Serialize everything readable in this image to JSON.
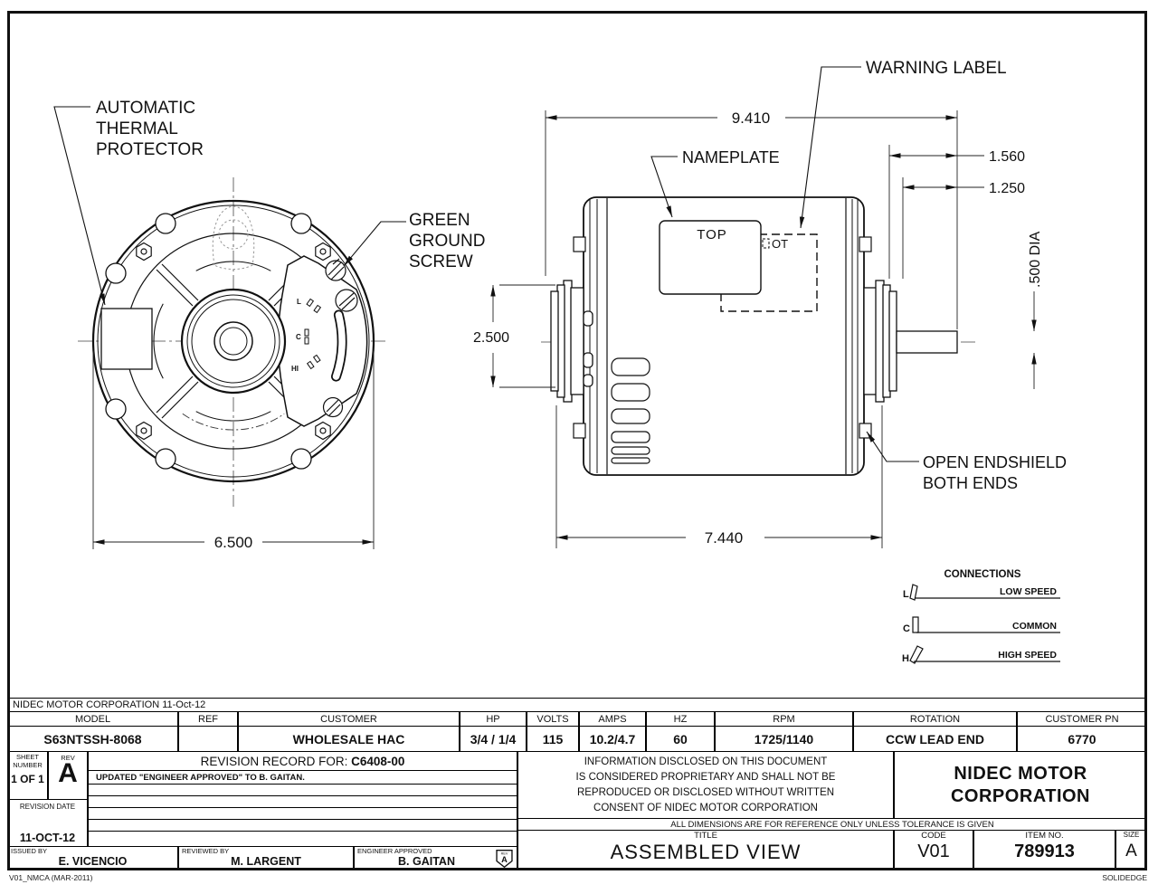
{
  "sheet": {
    "corner_note": "NIDEC MOTOR CORPORATION 11-Oct-12",
    "footer_left": "V01_NMCA (MAR-2011)",
    "footer_right": "SOLIDEDGE"
  },
  "drawing": {
    "labels": {
      "thermal_1": "AUTOMATIC",
      "thermal_2": "THERMAL",
      "thermal_3": "PROTECTOR",
      "ground_1": "GREEN",
      "ground_2": "GROUND",
      "ground_3": "SCREW",
      "warning": "WARNING LABEL",
      "nameplate": "NAMEPLATE",
      "nameplate_top": "TOP",
      "warning_hot": "OT",
      "endshield_1": "OPEN ENDSHIELD",
      "endshield_2": "BOTH ENDS"
    },
    "dims": {
      "overall_length": "9.410",
      "shaft_ext": "1.560",
      "shaft_flat": "1.250",
      "shaft_dia": ".500 DIA",
      "hub_height": "2.500",
      "body_length": "7.440",
      "frame_dia": "6.500"
    },
    "terminals": {
      "low": "L",
      "common": "C",
      "high": "HI"
    },
    "connections": {
      "title": "CONNECTIONS",
      "rows": [
        {
          "key": "L",
          "label": "LOW SPEED"
        },
        {
          "key": "C",
          "label": "COMMON"
        },
        {
          "key": "H",
          "label": "HIGH SPEED"
        }
      ]
    }
  },
  "spec": {
    "headers": [
      "MODEL",
      "REF",
      "CUSTOMER",
      "HP",
      "VOLTS",
      "AMPS",
      "HZ",
      "RPM",
      "ROTATION",
      "CUSTOMER PN"
    ],
    "values": [
      "S63NTSSH-8068",
      "",
      "WHOLESALE HAC",
      "3/4 / 1/4",
      "115",
      "10.2/4.7",
      "60",
      "1725/1140",
      "CCW LEAD END",
      "6770"
    ]
  },
  "revision": {
    "sheet_label_1": "SHEET",
    "sheet_label_2": "NUMBER",
    "sheet_value": "1 OF 1",
    "rev_label": "REV",
    "rev_value": "A",
    "record_title": "REVISION RECORD FOR:",
    "record_number": "C6408-00",
    "record_entry": "UPDATED \"ENGINEER APPROVED\" TO B. GAITAN.",
    "date_label": "REVISION DATE",
    "date_value": "11-OCT-12",
    "issued_label": "ISSUED BY",
    "issued_value": "E. VICENCIO",
    "reviewed_label": "REVIEWED BY",
    "reviewed_value": "M. LARGENT",
    "approved_label": "ENGINEER APPROVED",
    "approved_value": "B. GAITAN",
    "stamp_rev": "REV",
    "stamp_value": "A"
  },
  "titleblock": {
    "proprietary_1": "INFORMATION DISCLOSED ON THIS DOCUMENT",
    "proprietary_2": "IS CONSIDERED PROPRIETARY AND SHALL NOT BE",
    "proprietary_3": "REPRODUCED OR DISCLOSED WITHOUT WRITTEN",
    "proprietary_4": "CONSENT OF NIDEC MOTOR CORPORATION",
    "company_1": "NIDEC MOTOR",
    "company_2": "CORPORATION",
    "tolerance_note": "ALL DIMENSIONS ARE FOR REFERENCE ONLY UNLESS TOLERANCE IS GIVEN",
    "title_label": "TITLE",
    "title_value": "ASSEMBLED VIEW",
    "code_label": "CODE",
    "code_value": "V01",
    "item_label": "ITEM NO.",
    "item_value": "789913",
    "size_label": "SIZE",
    "size_value": "A"
  }
}
